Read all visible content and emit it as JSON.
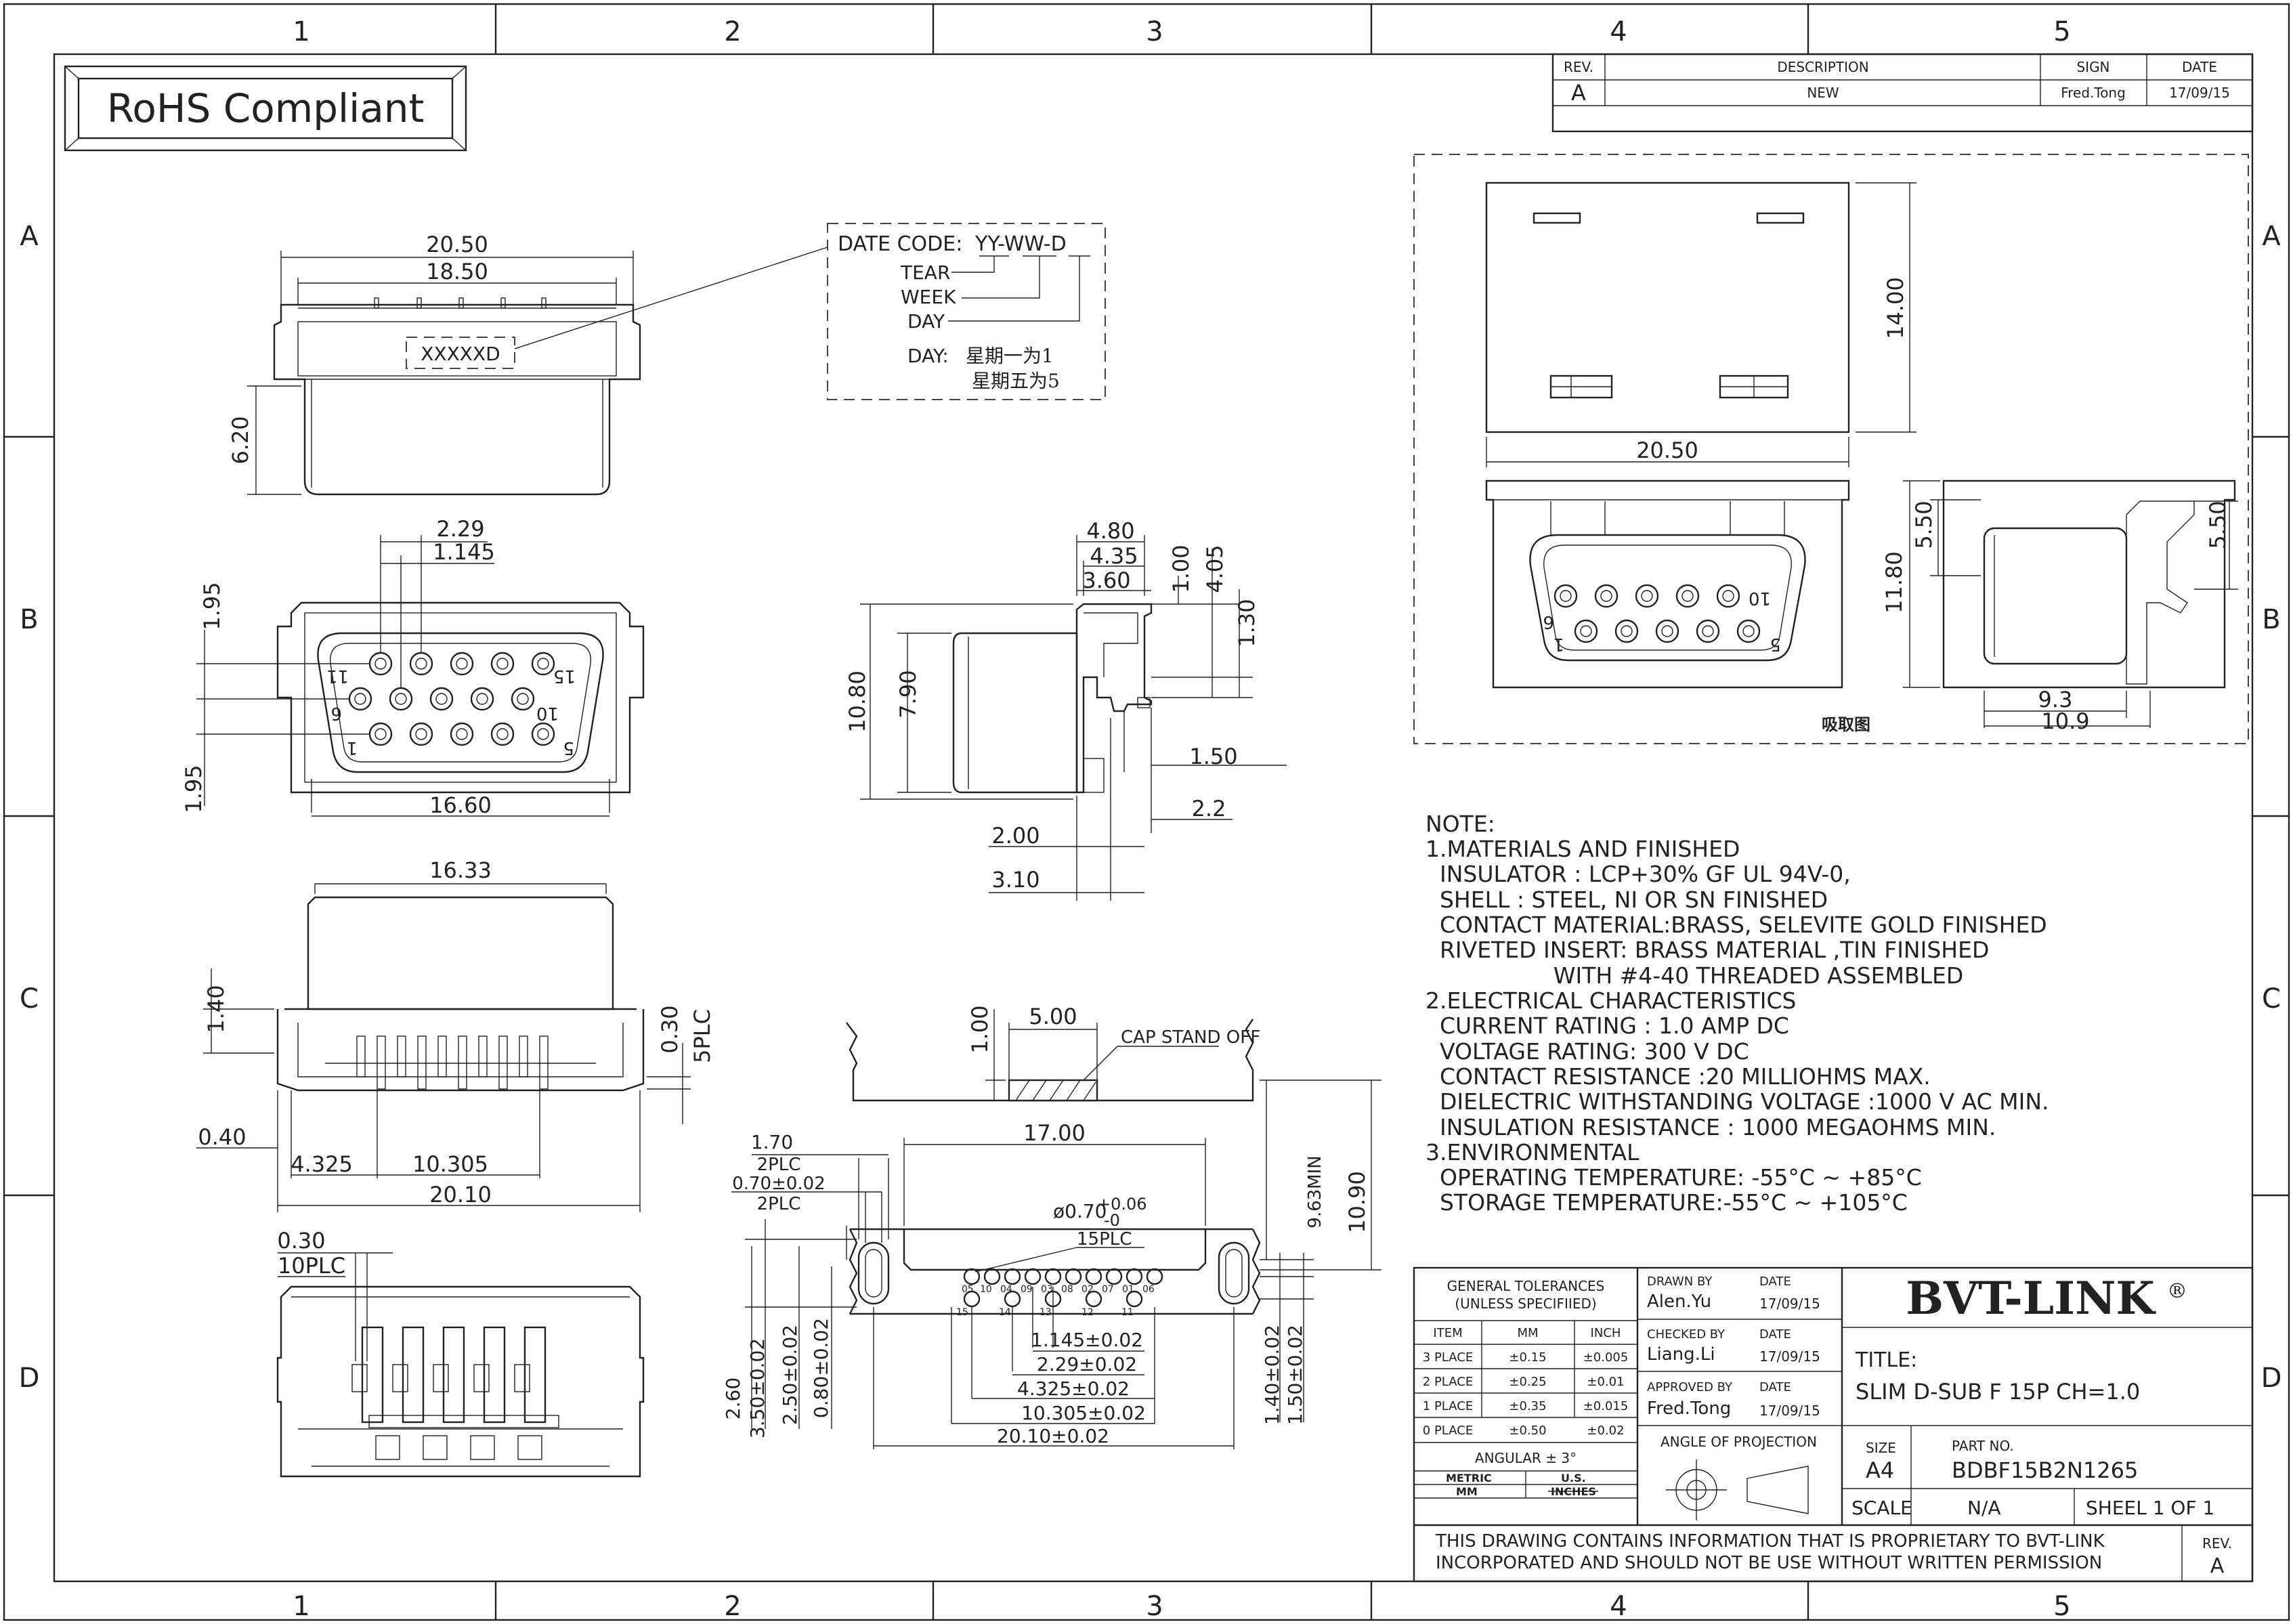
{
  "sheet": {
    "columns": [
      "1",
      "2",
      "3",
      "4",
      "5"
    ],
    "rows": [
      "A",
      "B",
      "C",
      "D"
    ]
  },
  "rohs": "RoHS Compliant",
  "revision_table": {
    "headers": [
      "REV.",
      "DESCRIPTION",
      "SIGN",
      "DATE"
    ],
    "rows": [
      [
        "A",
        "NEW",
        "Fred.Tong",
        "17/09/15"
      ]
    ]
  },
  "date_code": {
    "title": "DATE CODE:",
    "format": "YY-WW-D",
    "lines": [
      "TEAR",
      "WEEK",
      "DAY"
    ],
    "day_label": "DAY:",
    "day_rule_1": "星期一为1",
    "day_rule_2": "星期五为5",
    "marking": "XXXXXD"
  },
  "dims": {
    "top_view": [
      "20.50",
      "18.50",
      "6.20"
    ],
    "front_view": [
      "2.29",
      "1.145",
      "1.95",
      "1.95",
      "16.60"
    ],
    "pin_numbers": [
      "11",
      "15",
      "6",
      "10",
      "1",
      "5"
    ],
    "side_view": [
      "4.80",
      "4.35",
      "3.60",
      "1.00",
      "4.05",
      "1.30",
      "10.80",
      "7.90",
      "1.50",
      "2.2",
      "2.00",
      "3.10"
    ],
    "bottom_view": [
      "16.33",
      "1.40",
      "0.30",
      "5PLC",
      "0.40",
      "4.325",
      "10.305",
      "20.10"
    ],
    "rear_view": [
      "0.30",
      "10PLC"
    ],
    "cap": [
      "5.00",
      "1.00",
      "CAP STAND OFF"
    ],
    "pcb": [
      "17.00",
      "1.70",
      "2PLC",
      "0.70±0.02",
      "2PLC",
      "ø0.70",
      "+0.06",
      "-0",
      "15PLC",
      "9.63MIN",
      "10.90",
      "1.145±0.02",
      "2.29±0.02",
      "4.325±0.02",
      "10.305±0.02",
      "20.10±0.02",
      "2.60",
      "3.50±0.02",
      "2.50±0.02",
      "0.80±0.02",
      "1.40±0.02",
      "1.50±0.02"
    ],
    "pcb_hole_numbers": [
      "05",
      "10",
      "04",
      "09",
      "03",
      "08",
      "02",
      "07",
      "01",
      "06",
      "15",
      "14",
      "13",
      "12",
      "11"
    ],
    "pickup": [
      "14.00",
      "20.50",
      "11.80",
      "5.50",
      "5.50",
      "9.3",
      "10.9"
    ],
    "pickup_label": "吸取图",
    "pickup_pins": [
      "10",
      "6",
      "1",
      "5"
    ]
  },
  "notes": [
    "NOTE:",
    "1.MATERIALS AND FINISHED",
    "  INSULATOR : LCP+30% GF UL 94V-0,",
    "  SHELL : STEEL, NI OR SN FINISHED",
    "  CONTACT MATERIAL:BRASS, SELEVITE GOLD FINISHED",
    "  RIVETED INSERT: BRASS MATERIAL ,TIN FINISHED",
    "                  WITH #4-40 THREADED ASSEMBLED",
    "2.ELECTRICAL CHARACTERISTICS",
    "  CURRENT RATING : 1.0 AMP DC",
    "  VOLTAGE RATING: 300 V DC",
    "  CONTACT RESISTANCE :20 MILLIOHMS MAX.",
    "  DIELECTRIC WITHSTANDING VOLTAGE :1000 V AC MIN.",
    "  INSULATION RESISTANCE : 1000 MEGAOHMS MIN.",
    "3.ENVIRONMENTAL",
    "  OPERATING TEMPERATURE: -55°C ~ +85°C",
    "  STORAGE TEMPERATURE:-55°C ~ +105°C"
  ],
  "title_block": {
    "tolerance_title_1": "GENERAL TOLERANCES",
    "tolerance_title_2": "(UNLESS SPECIFIIED)",
    "tol_headers": [
      "ITEM",
      "MM",
      "INCH"
    ],
    "tol_rows": [
      [
        "3 PLACE",
        "±0.15",
        "±0.005"
      ],
      [
        "2 PLACE",
        "±0.25",
        "±0.01"
      ],
      [
        "1 PLACE",
        "±0.35",
        "±0.015"
      ],
      [
        "0 PLACE",
        "±0.50",
        "±0.02"
      ]
    ],
    "angular": "ANGULAR ± 3°",
    "metric": "METRIC",
    "us": "U.S.",
    "mm": "MM",
    "inches": "INCHES",
    "drawn_by_label": "DRAWN BY",
    "drawn_by": "Alen.Yu",
    "checked_by_label": "CHECKED BY",
    "checked_by": "Liang.Li",
    "approved_by_label": "APPROVED BY",
    "approved_by": "Fred.Tong",
    "date_label": "DATE",
    "date": "17/09/15",
    "projection": "ANGLE OF PROJECTION",
    "company": "BVT-LINK",
    "registered": "®",
    "title_label": "TITLE:",
    "title": "SLIM D-SUB F 15P CH=1.0",
    "size_label": "SIZE",
    "size": "A4",
    "part_label": "PART NO.",
    "part_no": "BDBF15B2N1265",
    "scale_label": "SCALE",
    "scale": "N/A",
    "sheet": "SHEEL 1 OF 1",
    "proprietary_1": "THIS DRAWING CONTAINS INFORMATION THAT IS PROPRIETARY TO BVT-LINK",
    "proprietary_2": "INCORPORATED AND SHOULD NOT BE USE WITHOUT WRITTEN PERMISSION",
    "rev_label": "REV.",
    "rev": "A"
  }
}
